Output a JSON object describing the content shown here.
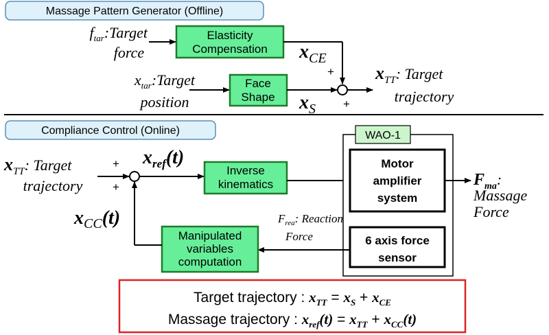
{
  "colors": {
    "header_fill": "#dff1fa",
    "header_stroke": "#5a8fb5",
    "block_fill": "#66ee99",
    "block_stroke": "#1e7a2a",
    "wao_fill": "#ccf5cc",
    "red_box": "#dd2222",
    "line": "#000000"
  },
  "offline": {
    "header": "Massage Pattern Generator (Offline)",
    "ftar": {
      "sym": "f",
      "sub": "tar",
      "desc1": ":Target",
      "desc2": "force"
    },
    "xtar": {
      "sym": "x",
      "sub": "tar",
      "desc1": ":Target",
      "desc2": "position"
    },
    "elasticity": {
      "line1": "Elasticity",
      "line2": "Compensation"
    },
    "face_shape": {
      "line1": "Face",
      "line2": "Shape"
    },
    "xce": {
      "sym": "x",
      "sub": "CE"
    },
    "xs": {
      "sym": "x",
      "sub": "S"
    },
    "plus_top": "+",
    "plus_bottom": "+",
    "xtt": {
      "sym": "x",
      "sub": "TT",
      "desc1": ": Target",
      "desc2": "trajectory"
    }
  },
  "online": {
    "header": "Compliance Control (Online)",
    "xtt_in": {
      "sym": "x",
      "sub": "TT",
      "desc1": ": Target",
      "desc2": "trajectory"
    },
    "plus_top": "+",
    "plus_bottom": "+",
    "xref": {
      "sym": "x",
      "sub": "ref",
      "arg": "(t)"
    },
    "xcc": {
      "sym": "x",
      "sub": "CC",
      "arg": "(t)"
    },
    "inverse": {
      "line1": "Inverse",
      "line2": "kinematics"
    },
    "wao": "WAO-1",
    "motor": {
      "line1": "Motor",
      "line2": "amplifier",
      "line3": "system"
    },
    "sensor": {
      "line1": "6 axis force",
      "line2": "sensor"
    },
    "manip": {
      "line1": "Manipulated",
      "line2": "variables",
      "line3": "computation"
    },
    "frea": {
      "sym": "F",
      "sub": "rea",
      "desc1": ": Reaction",
      "desc2": "Force"
    },
    "fma": {
      "sym": "F",
      "sub": "ma",
      "desc1": ":",
      "desc2": "Massage",
      "desc3": "Force"
    }
  },
  "equations": {
    "eq1_label": "Target trajectory : ",
    "eq1_lhs_sub": "TT",
    "eq1_t1_sub": "S",
    "eq1_t2_sub": "CE",
    "eq2_label": "Massage trajectory : ",
    "eq2_lhs_sub": "ref",
    "eq2_t1_sub": "TT",
    "eq2_t2_sub": "CC",
    "x": "x",
    "eq": " = ",
    "plus": " + ",
    "t_arg": "(t)"
  }
}
